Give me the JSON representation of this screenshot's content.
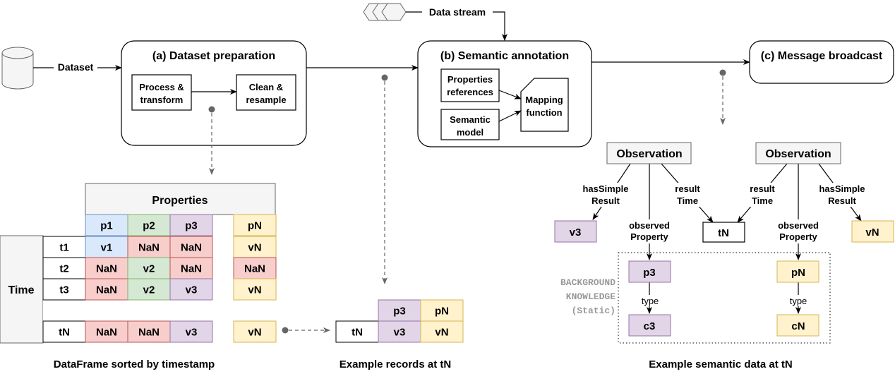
{
  "colors": {
    "blue": "#dae8fc",
    "blue_border": "#6c8ebf",
    "green": "#d5e8d4",
    "green_border": "#82b366",
    "red": "#f8cecc",
    "red_border": "#b85450",
    "purple": "#e1d5e7",
    "purple_border": "#9673a6",
    "yellow": "#fff2cc",
    "yellow_border": "#d6b656",
    "gray": "#f5f5f5",
    "gray_border": "#666666"
  },
  "pipeline": {
    "dataset_label": "Dataset",
    "stream_label": "Data stream",
    "step_a": {
      "title": "(a) Dataset preparation",
      "process_l1": "Process &",
      "process_l2": "transform",
      "clean_l1": "Clean &",
      "clean_l2": "resample"
    },
    "step_b": {
      "title": "(b) Semantic annotation",
      "props_l1": "Properties",
      "props_l2": "references",
      "model_l1": "Semantic",
      "model_l2": "model",
      "map_l1": "Mapping",
      "map_l2": "function"
    },
    "step_c": {
      "title": "(c) Message broadcast"
    }
  },
  "dataframe": {
    "properties_header": "Properties",
    "columns": [
      "p1",
      "p2",
      "p3",
      "pN"
    ],
    "time_label": "Time",
    "rows": [
      {
        "t": "t1",
        "cells": [
          "v1",
          "NaN",
          "NaN",
          "vN"
        ]
      },
      {
        "t": "t2",
        "cells": [
          "NaN",
          "v2",
          "NaN",
          "NaN"
        ]
      },
      {
        "t": "t3",
        "cells": [
          "NaN",
          "v2",
          "v3",
          "vN"
        ]
      },
      {
        "t": "tN",
        "cells": [
          "NaN",
          "NaN",
          "v3",
          "vN"
        ]
      }
    ],
    "caption": "DataFrame sorted by timestamp"
  },
  "records": {
    "headers": [
      "p3",
      "pN"
    ],
    "t": "tN",
    "values": [
      "v3",
      "vN"
    ],
    "caption": "Example records at tN"
  },
  "semantic": {
    "obs_label": "Observation",
    "has_simple_l1": "hasSimple",
    "has_simple_l2": "Result",
    "result_time_l1": "result",
    "result_time_l2": "Time",
    "observed_l1": "observed",
    "observed_l2": "Property",
    "v3": "v3",
    "vN": "vN",
    "tN": "tN",
    "p3": "p3",
    "pN": "pN",
    "c3": "c3",
    "cN": "cN",
    "type_label": "type",
    "bk_l1": "BACKGROUND",
    "bk_l2": "KNOWLEDGE",
    "bk_l3": "(Static)",
    "caption": "Example semantic data at tN"
  }
}
